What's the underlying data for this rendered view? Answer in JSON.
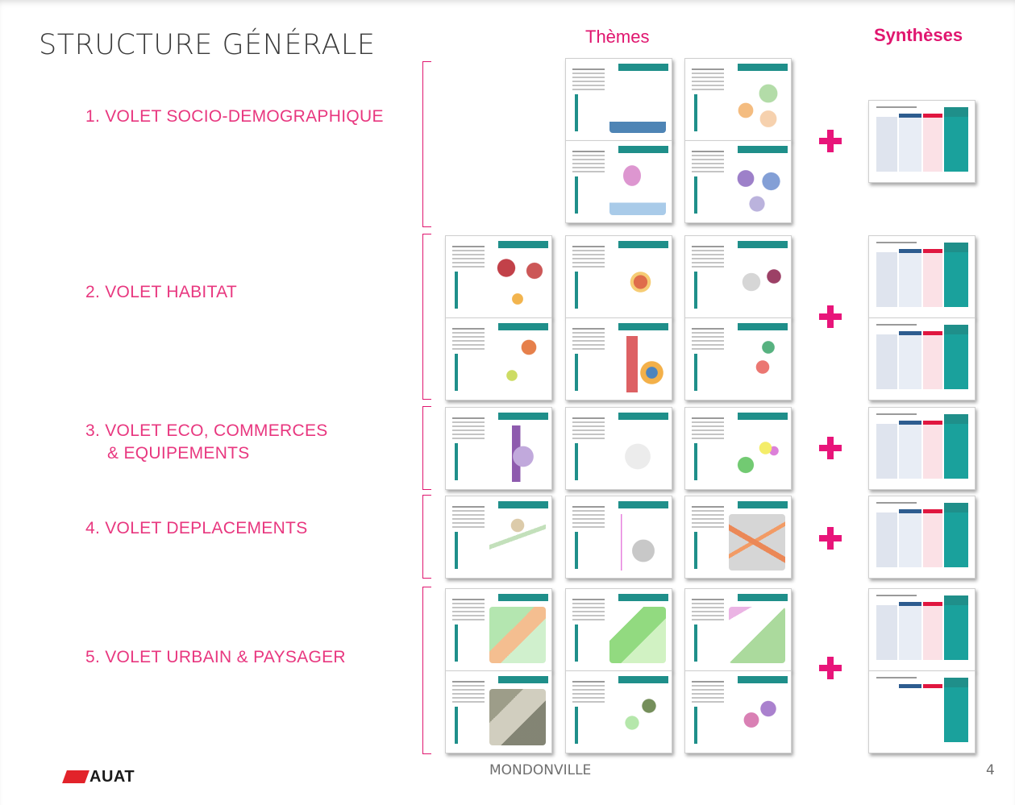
{
  "slide": {
    "title": "STRUCTURE GÉNÉRALE",
    "columns": {
      "themes": "Thèmes",
      "syntheses": "Synthèses"
    },
    "volets": [
      {
        "line1": "1. VOLET SOCIO-DEMOGRAPHIQUE",
        "line2": ""
      },
      {
        "line1": "2. VOLET HABITAT",
        "line2": ""
      },
      {
        "line1": "3. VOLET ECO, COMMERCES",
        "line2": "& EQUIPEMENTS"
      },
      {
        "line1": "4. VOLET DEPLACEMENTS",
        "line2": ""
      },
      {
        "line1": "5. VOLET URBAIN & PAYSAGER",
        "line2": ""
      }
    ],
    "footer": {
      "logo": "AUAT",
      "name": "MONDONVILLE",
      "page": "4"
    }
  },
  "colors": {
    "accent": "#e0166f",
    "teal": "#1f8f8a",
    "logo_red": "#e2232a"
  },
  "icons": {
    "plus": "plus-icon",
    "logo": "auat-logo-icon"
  }
}
